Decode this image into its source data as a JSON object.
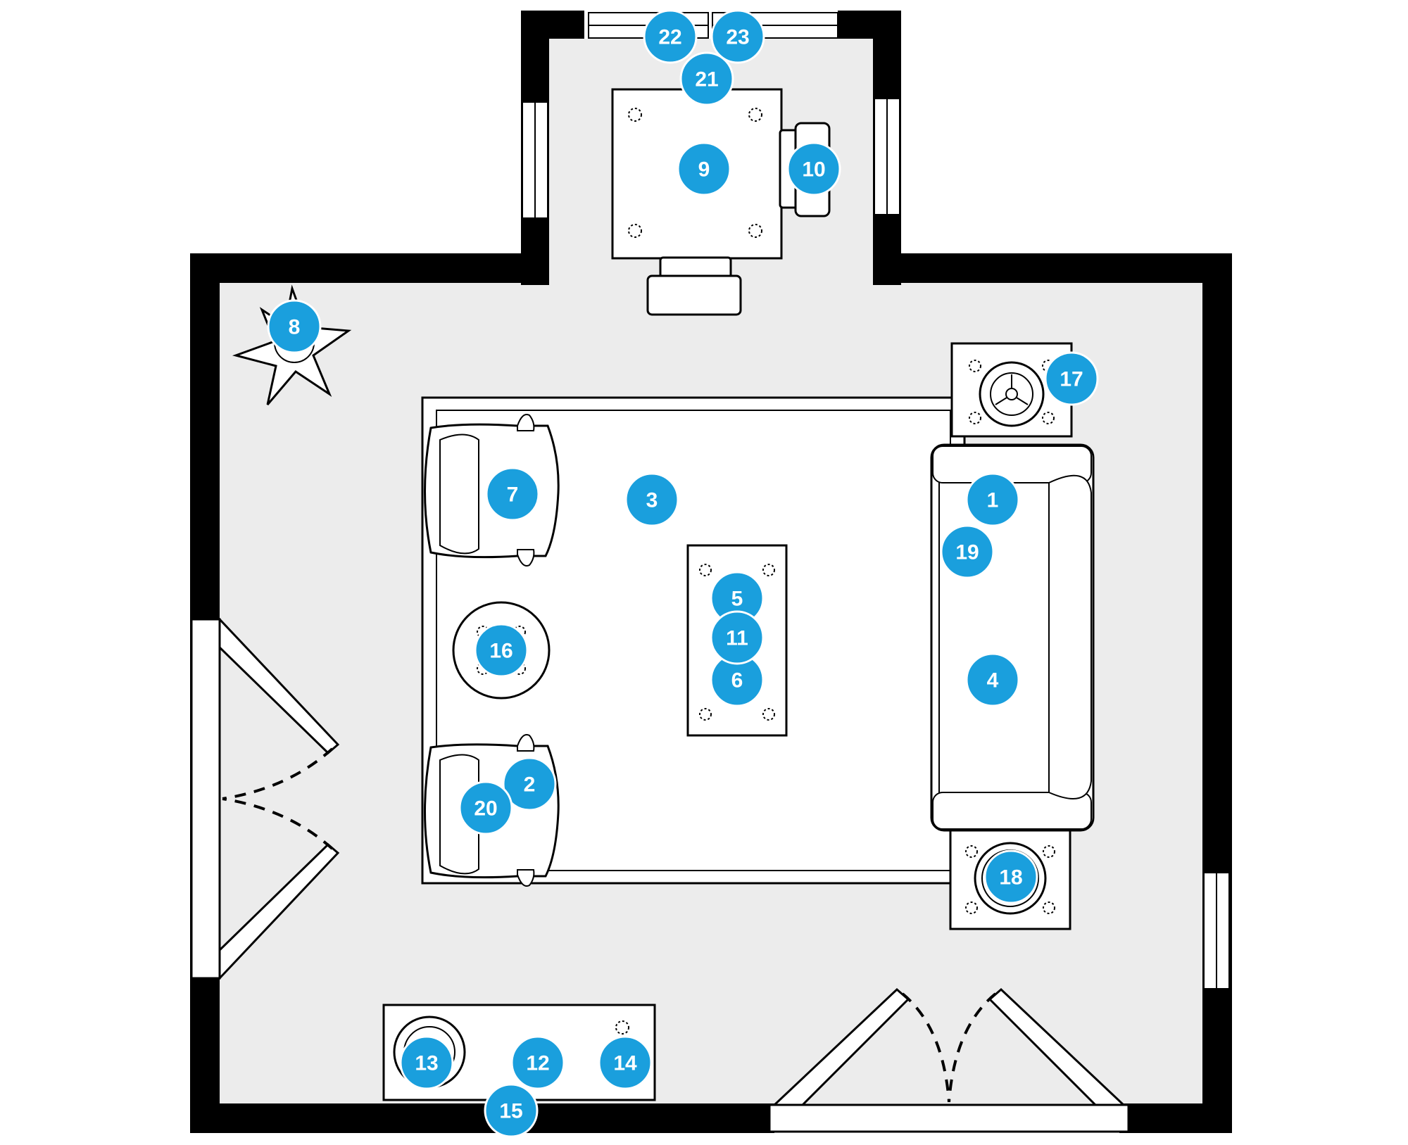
{
  "colors": {
    "marker": "#1a9fdd",
    "marker_text": "#ffffff",
    "wall": "#000000",
    "floor": "#ececec",
    "furniture": "#ffffff"
  },
  "markers": [
    {
      "id": "marker-1",
      "label": "1"
    },
    {
      "id": "marker-2",
      "label": "2"
    },
    {
      "id": "marker-3",
      "label": "3"
    },
    {
      "id": "marker-4",
      "label": "4"
    },
    {
      "id": "marker-5",
      "label": "5"
    },
    {
      "id": "marker-6",
      "label": "6"
    },
    {
      "id": "marker-7",
      "label": "7"
    },
    {
      "id": "marker-8",
      "label": "8"
    },
    {
      "id": "marker-9",
      "label": "9"
    },
    {
      "id": "marker-10",
      "label": "10"
    },
    {
      "id": "marker-11",
      "label": "11"
    },
    {
      "id": "marker-12",
      "label": "12"
    },
    {
      "id": "marker-13",
      "label": "13"
    },
    {
      "id": "marker-14",
      "label": "14"
    },
    {
      "id": "marker-15",
      "label": "15"
    },
    {
      "id": "marker-16",
      "label": "16"
    },
    {
      "id": "marker-17",
      "label": "17"
    },
    {
      "id": "marker-18",
      "label": "18"
    },
    {
      "id": "marker-19",
      "label": "19"
    },
    {
      "id": "marker-20",
      "label": "20"
    },
    {
      "id": "marker-21",
      "label": "21"
    },
    {
      "id": "marker-22",
      "label": "22"
    },
    {
      "id": "marker-23",
      "label": "23"
    }
  ]
}
